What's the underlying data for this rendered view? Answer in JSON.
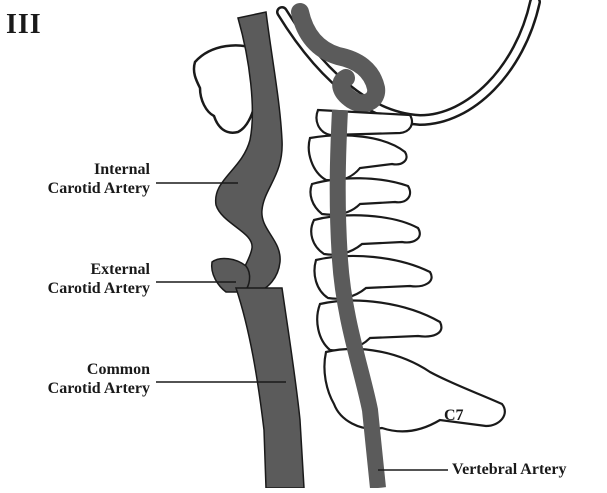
{
  "panel_label": "III",
  "labels": {
    "internal": [
      "Internal",
      "Carotid Artery"
    ],
    "external": [
      "External",
      "Carotid Artery"
    ],
    "common": [
      "Common",
      "Carotid Artery"
    ],
    "vertebral": "Vertebral Artery",
    "c7": "C7"
  },
  "colors": {
    "artery": "#5b5b5b",
    "bone_fill": "#ffffff",
    "outline": "#1a1a1a",
    "text": "#1a1a1a"
  }
}
